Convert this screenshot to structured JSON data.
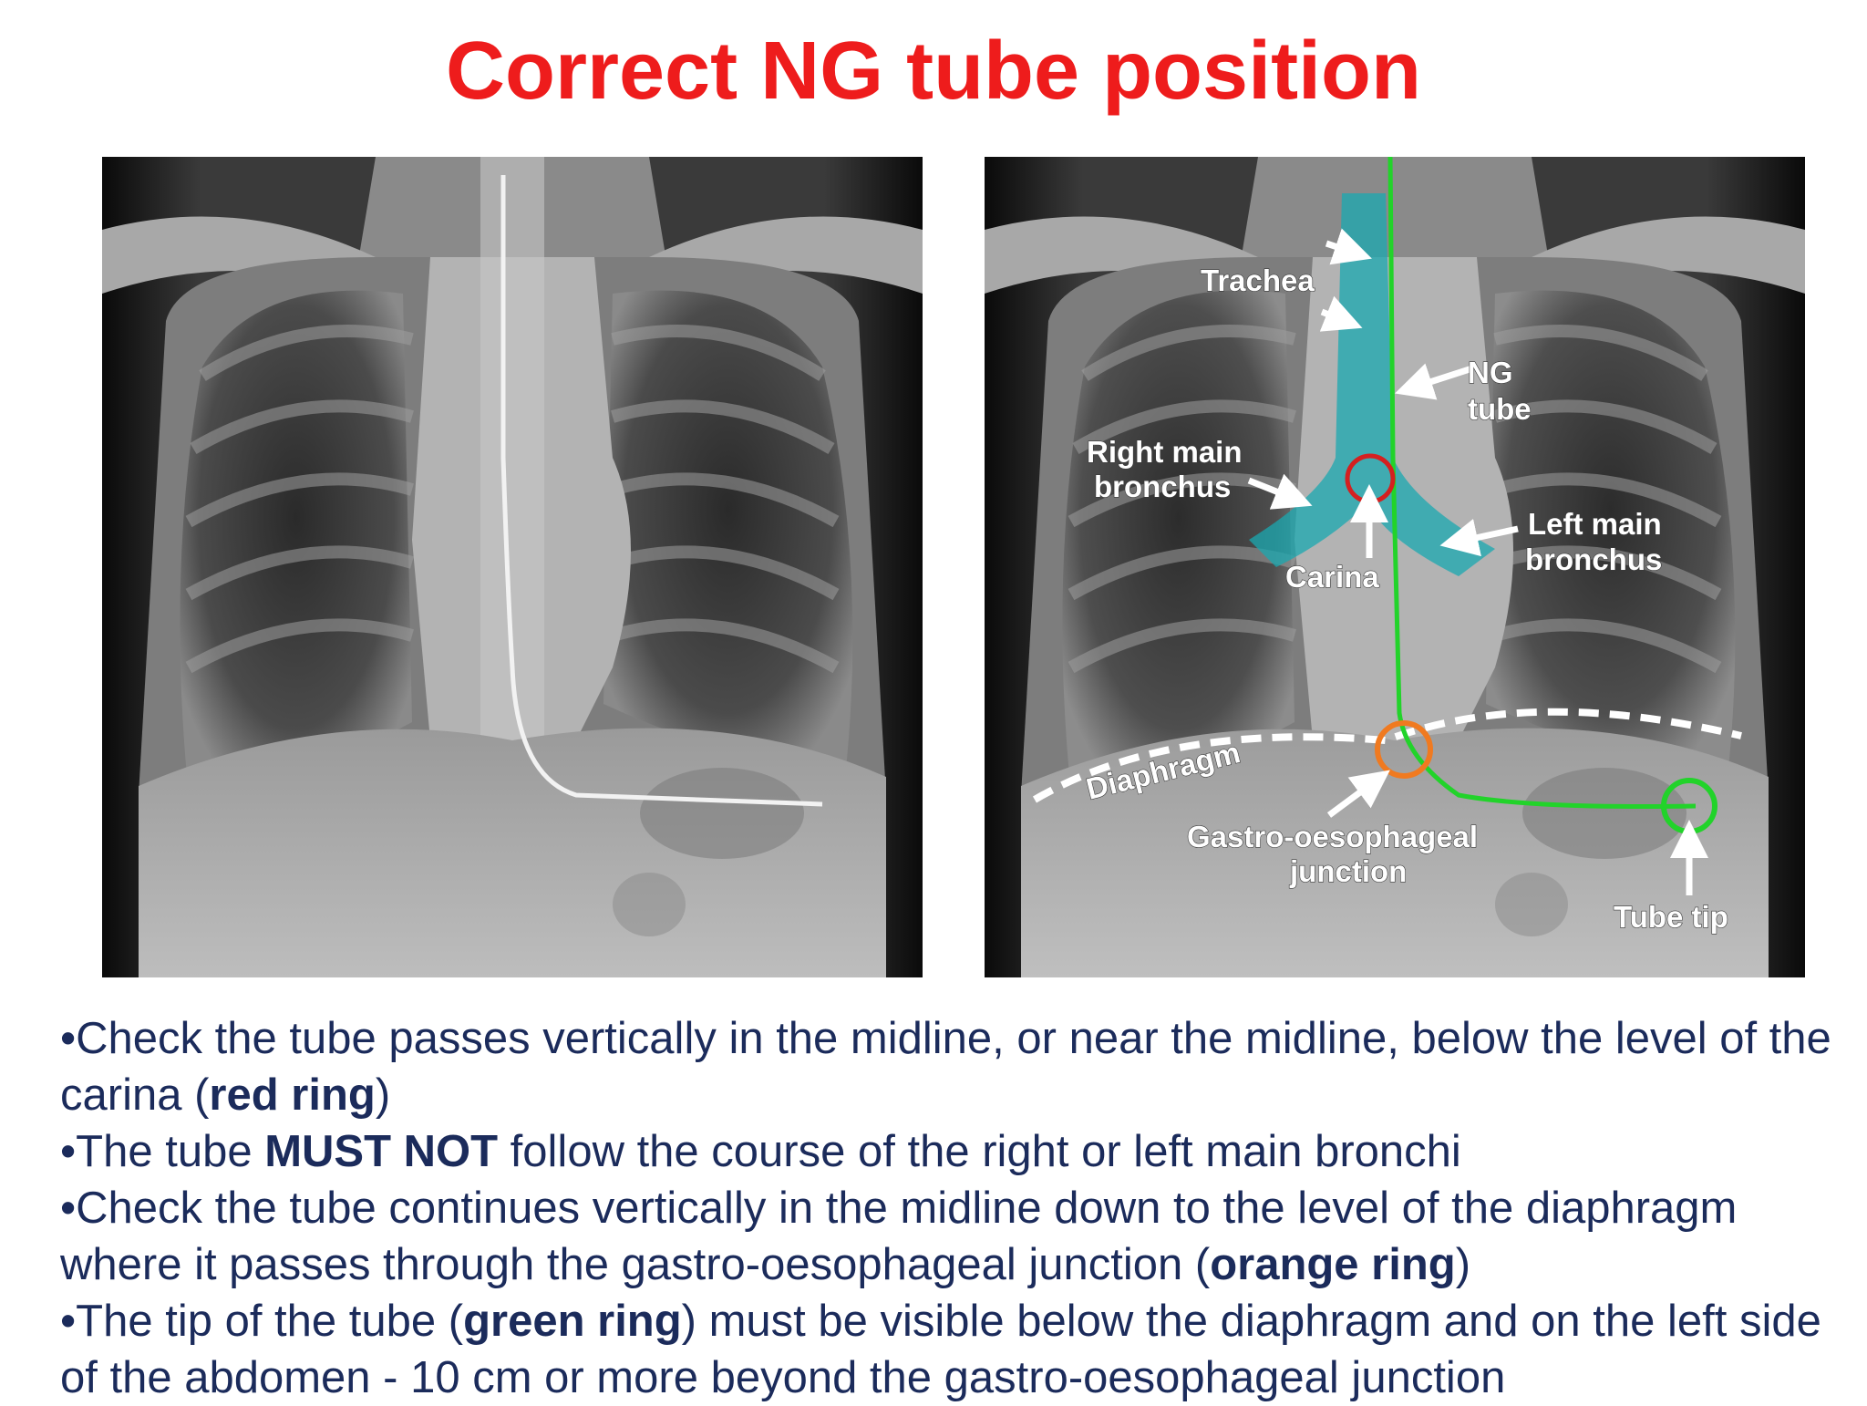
{
  "title": "Correct NG tube position",
  "annotations": {
    "trachea": "Trachea",
    "ng_tube_line1": "NG",
    "ng_tube_line2": "tube",
    "right_main_bronchus_line1": "Right main",
    "right_main_bronchus_line2": "bronchus",
    "carina": "Carina",
    "left_main_bronchus_line1": "Left main",
    "left_main_bronchus_line2": "bronchus",
    "diaphragm": "Diaphragm",
    "gej_line1": "Gastro-oesophageal",
    "gej_line2": "junction",
    "tube_tip": "Tube tip"
  },
  "colors": {
    "title": "#ee1c1c",
    "body_text": "#1b2b5b",
    "tube_line": "#22d32a",
    "airway_overlay": "#1aa8b0",
    "carina_ring": "#d42020",
    "gej_ring": "#f07a20",
    "tip_ring": "#22d32a"
  },
  "bullets": [
    {
      "p1": "•Check the tube passes vertically in the midline, or near the midline, below the level of the carina (",
      "b1": "red ring",
      "p2": ")"
    },
    {
      "p1": "•The tube ",
      "b1": "MUST NOT",
      "p2": " follow the course of the right or left main bronchi"
    },
    {
      "p1": "•Check the tube continues vertically in the midline down to the level of the diaphragm where it passes through the gastro-oesophageal junction (",
      "b1": "orange ring",
      "p2": ")"
    },
    {
      "p1": "•The tip of the tube (",
      "b1": "green ring",
      "p2": ") must be visible below the diaphragm and on the left side of the abdomen - 10 cm or more beyond the gastro-oesophageal junction"
    }
  ]
}
